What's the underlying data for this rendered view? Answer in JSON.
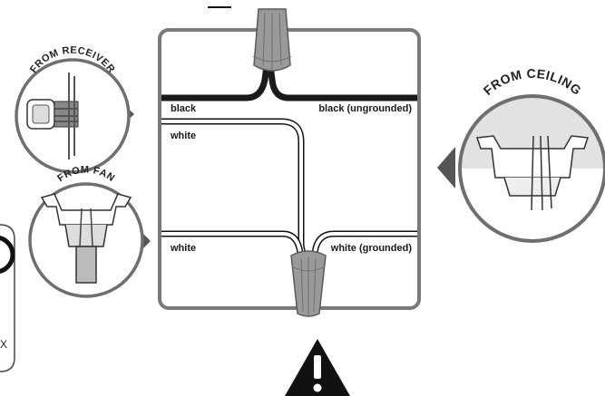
{
  "labels": {
    "from_receiver": "FROM RECEIVER",
    "from_fan": "FROM FAN",
    "from_ceiling": "FROM CEILING",
    "black": "black",
    "black_ungrounded": "black (ungrounded)",
    "white_top": "white",
    "white_bottom": "white",
    "white_grounded": "white (grounded)",
    "partial_letter": "X"
  },
  "icons": {
    "warning": "warning-triangle-icon",
    "wire_nut": "wire-nut-icon"
  },
  "colors": {
    "panel_border": "#7a7a7a",
    "wire_black": "#1a1a1a",
    "circle_fill": "#ffffff",
    "circle_border": "#6f6f6f",
    "ceiling_band": "#e2e2e2"
  }
}
